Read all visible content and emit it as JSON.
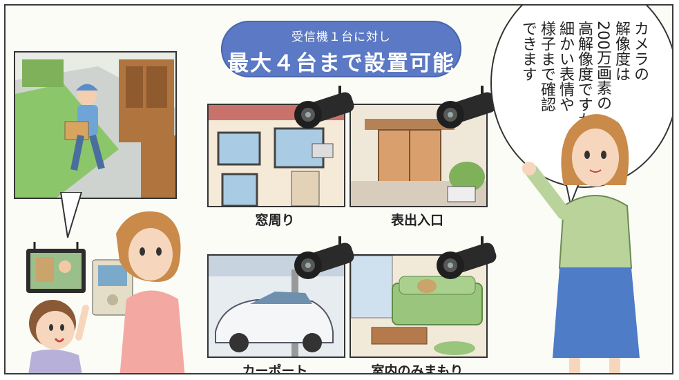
{
  "badge": {
    "subtitle": "受信機１台に対し",
    "title": "最大４台まで設置可能"
  },
  "captions": {
    "window": "窓周り",
    "entrance": "表出入口",
    "carport": "カーポート",
    "indoor": "室内のみまもり"
  },
  "speech": {
    "lines": [
      "カメラの",
      "解像度は",
      "200万画素の",
      "高解像度ですから",
      "細かい表情や",
      "様子まで確認",
      "できます"
    ]
  },
  "colors": {
    "badge": "#5b79c4",
    "uniform": "#b9d39a",
    "skirt": "#4e7cc6",
    "hair": "#c98a4a",
    "grass": "#8cc66b",
    "sofa": "#9ac57d"
  }
}
